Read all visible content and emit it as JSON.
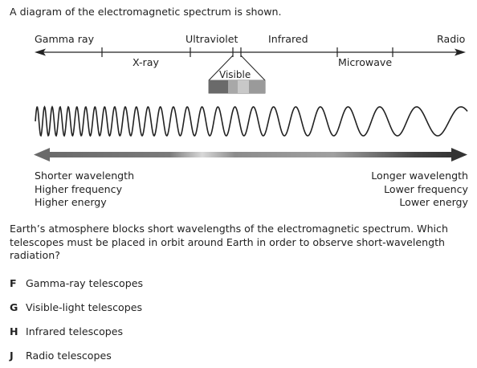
{
  "intro": "A diagram of the electromagnetic spectrum is shown.",
  "spectrum": {
    "top_labels": [
      "Gamma ray",
      "Ultraviolet",
      "Infrared",
      "Radio"
    ],
    "bottom_labels": [
      "X-ray",
      "Microwave"
    ],
    "visible_label": "Visible"
  },
  "left_desc": {
    "line1": "Shorter wavelength",
    "line2": "Higher frequency",
    "line3": "Higher energy"
  },
  "right_desc": {
    "line1": "Longer wavelength",
    "line2": "Lower frequency",
    "line3": "Lower energy"
  },
  "question": "Earth’s atmosphere blocks short wavelengths of the electromagnetic spectrum. Which telescopes must be placed in orbit around Earth in order to observe short-wavelength radiation?",
  "choices": [
    {
      "letter": "F",
      "text": "Gamma-ray telescopes"
    },
    {
      "letter": "G",
      "text": "Visible-light telescopes"
    },
    {
      "letter": "H",
      "text": "Infrared telescopes"
    },
    {
      "letter": "J",
      "text": "Radio telescopes"
    }
  ]
}
